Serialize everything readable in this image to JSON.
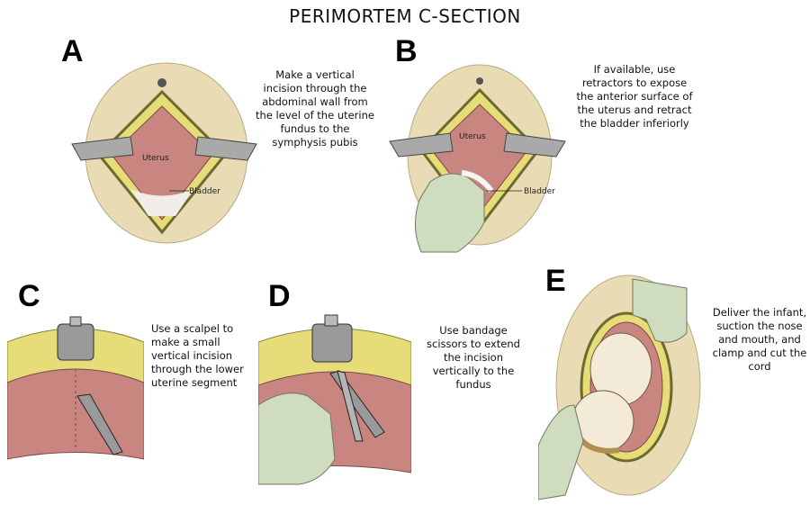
{
  "title": "PERIMORTEM C-SECTION",
  "panels": {
    "a": {
      "letter": "A",
      "caption": "Make a vertical incision through the abdominal wall from the level of the uterine fundus to the symphysis pubis",
      "labels": {
        "uterus": "Uterus",
        "bladder": "Bladder"
      }
    },
    "b": {
      "letter": "B",
      "caption": "If available, use retractors to expose the anterior surface of the uterus and retract the bladder inferiorly",
      "labels": {
        "uterus": "Uterus",
        "bladder": "Bladder"
      }
    },
    "c": {
      "letter": "C",
      "caption": "Use a scalpel to make a small vertical incision through the lower uterine segment"
    },
    "d": {
      "letter": "D",
      "caption": "Use bandage scissors to extend the incision vertically to the fundus"
    },
    "e": {
      "letter": "E",
      "caption": "Deliver the infant, suction the nose and mouth, and clamp and cut the cord"
    }
  },
  "colors": {
    "skin": "#e9dcb4",
    "fat": "#e6dd78",
    "uterus": "#c98680",
    "glove": "#cfdcc0",
    "metal": "#9a9a9a"
  }
}
